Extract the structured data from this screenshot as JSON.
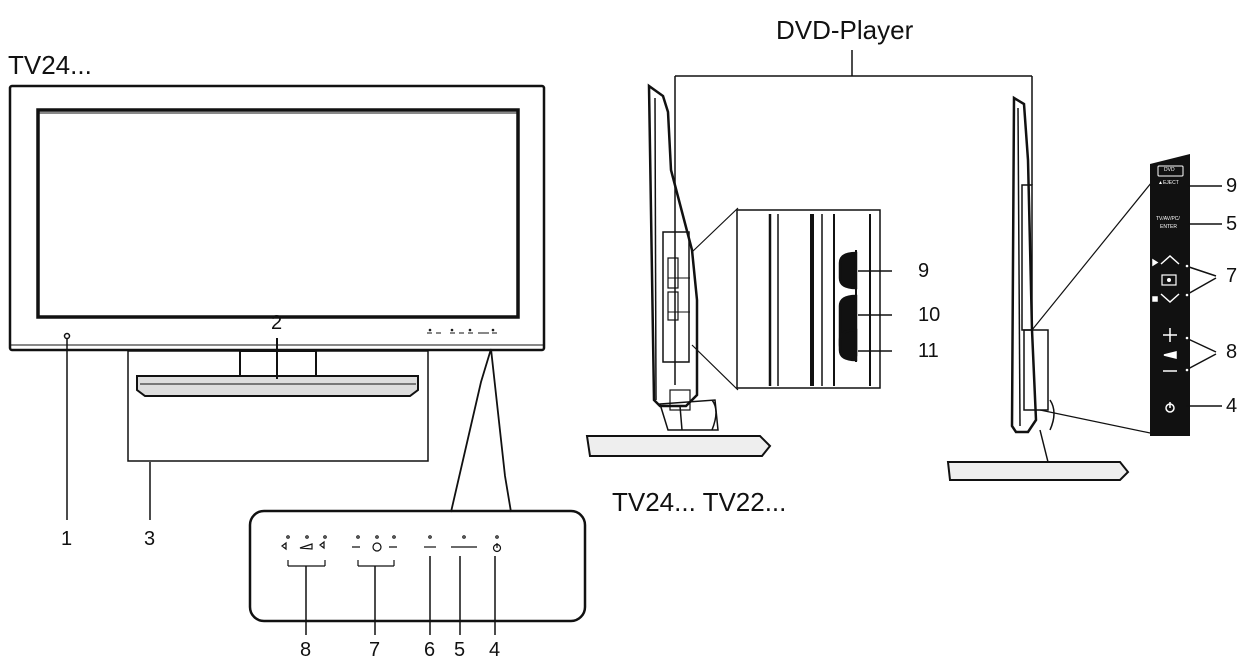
{
  "titles": {
    "front_model": "TV24...",
    "dvd_player": "DVD-Player",
    "side_models": "TV24... TV22..."
  },
  "front_callouts": {
    "c1": "1",
    "c2": "2",
    "c3": "3"
  },
  "front_panel_callouts": {
    "c8": "8",
    "c7": "7",
    "c6": "6",
    "c5": "5",
    "c4": "4"
  },
  "dvd_slot_callouts": {
    "c9": "9",
    "c10": "10",
    "c11": "11"
  },
  "side_panel": {
    "dvd_button_label": "DVD",
    "eject_label": "▲EJECT",
    "input_label_1": "TV/AV/PC/",
    "input_label_2": "ENTER"
  },
  "side_panel_callouts": {
    "c9": "9",
    "c5": "5",
    "c7": "7",
    "c8": "8",
    "c4": "4"
  },
  "colors": {
    "line": "#111111",
    "panel_dark": "#111111",
    "screen_edge": "#222222"
  },
  "icons": [
    "power-icon",
    "eject-icon",
    "play-icon",
    "stop-icon",
    "channel-up-icon",
    "channel-down-icon",
    "volume-up-icon",
    "volume-down-icon"
  ]
}
